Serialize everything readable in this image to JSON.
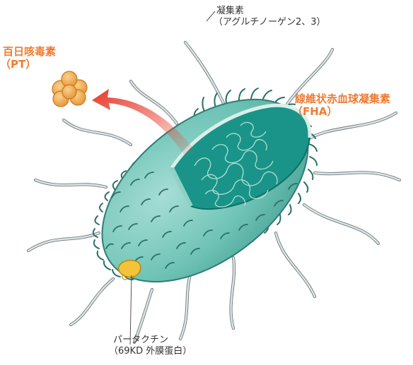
{
  "labels": {
    "agglutinogen_name": "凝集素",
    "agglutinogen_detail": "（アグルチノーゲン2、3）",
    "pt_name": "百日咳毒素",
    "pt_abbr": "（PT）",
    "fha_name": "線維状赤血球凝集素",
    "fha_abbr": "（FHA）",
    "pertactin_name": "パータクチン",
    "pertactin_detail": "（69KD 外膜蛋白）"
  },
  "colors": {
    "body": "#6fc3b6",
    "body_light": "#9fdbd2",
    "inner": "#1a9488",
    "pili": "#2b6f66",
    "flagella": "#c8d2d4",
    "flagella_edge": "#6b7a7d",
    "toxin": "#f0a64a",
    "arrow": "#e8473a",
    "pertactin": "#f3c43a",
    "accent_text": "#ef7b32"
  }
}
